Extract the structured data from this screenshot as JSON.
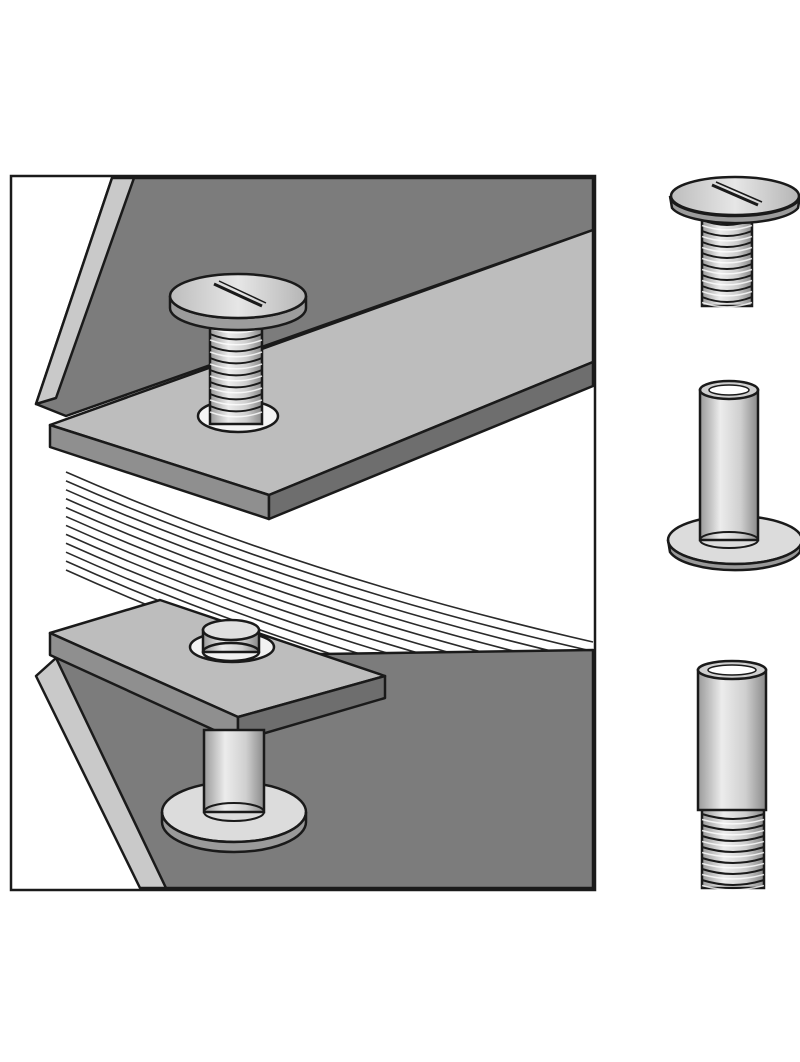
{
  "illustration": {
    "colors": {
      "background": "#ffffff",
      "outline": "#1a1a1a",
      "cover_dark": "#7c7c7c",
      "plate_face": "#bdbdbd",
      "plate_edge": "#6e6e6e",
      "metal_light": "#e4e4e4",
      "metal_mid": "#c8c8c8",
      "metal_dark": "#8a8a8a",
      "paper_line": "#2a2a2a"
    },
    "parts": [
      {
        "name": "screw",
        "icon": "binding-screw-icon"
      },
      {
        "name": "post",
        "icon": "binding-post-icon"
      },
      {
        "name": "extension",
        "icon": "post-extension-icon"
      }
    ]
  }
}
